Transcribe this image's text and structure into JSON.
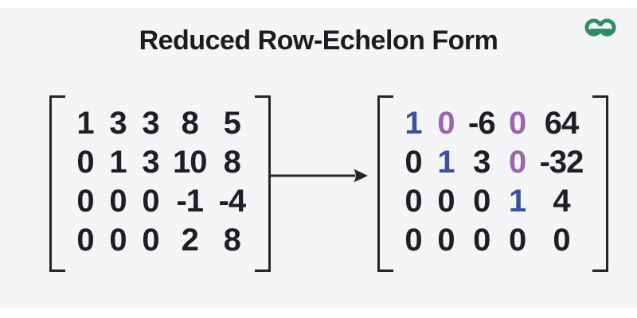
{
  "title": "Reduced Row-Echelon Form",
  "logo": {
    "name": "GeeksforGeeks",
    "color": "#2f8d62"
  },
  "colors": {
    "number_black": "#1f1f23",
    "pivot_blue": "#3c50a2",
    "pivot_column_zero_purple": "#9b64ae",
    "bracket": "#26262a",
    "panel_background": "#f4f5f7"
  },
  "arrow": {
    "direction": "right",
    "meaning": "transforms-to"
  },
  "matrices": [
    {
      "name": "original-matrix",
      "rows": [
        {
          "cells": [
            {
              "v": "1",
              "c": "black"
            },
            {
              "v": "3",
              "c": "black"
            },
            {
              "v": "3",
              "c": "black"
            },
            {
              "v": "8",
              "c": "black"
            },
            {
              "v": "5",
              "c": "black"
            }
          ]
        },
        {
          "cells": [
            {
              "v": "0",
              "c": "black"
            },
            {
              "v": "1",
              "c": "black"
            },
            {
              "v": "3",
              "c": "black"
            },
            {
              "v": "10",
              "c": "black"
            },
            {
              "v": "8",
              "c": "black"
            }
          ]
        },
        {
          "cells": [
            {
              "v": "0",
              "c": "black"
            },
            {
              "v": "0",
              "c": "black"
            },
            {
              "v": "0",
              "c": "black"
            },
            {
              "v": "-1",
              "c": "black"
            },
            {
              "v": "-4",
              "c": "black"
            }
          ]
        },
        {
          "cells": [
            {
              "v": "0",
              "c": "black"
            },
            {
              "v": "0",
              "c": "black"
            },
            {
              "v": "0",
              "c": "black"
            },
            {
              "v": "2",
              "c": "black"
            },
            {
              "v": "8",
              "c": "black"
            }
          ]
        }
      ]
    },
    {
      "name": "reduced-row-echelon-matrix",
      "rows": [
        {
          "cells": [
            {
              "v": "1",
              "c": "blue"
            },
            {
              "v": "0",
              "c": "purple"
            },
            {
              "v": "-6",
              "c": "black"
            },
            {
              "v": "0",
              "c": "purple"
            },
            {
              "v": "64",
              "c": "black"
            }
          ]
        },
        {
          "cells": [
            {
              "v": "0",
              "c": "black"
            },
            {
              "v": "1",
              "c": "blue"
            },
            {
              "v": "3",
              "c": "black"
            },
            {
              "v": "0",
              "c": "purple"
            },
            {
              "v": "-32",
              "c": "black"
            }
          ]
        },
        {
          "cells": [
            {
              "v": "0",
              "c": "black"
            },
            {
              "v": "0",
              "c": "black"
            },
            {
              "v": "0",
              "c": "black"
            },
            {
              "v": "1",
              "c": "blue"
            },
            {
              "v": "4",
              "c": "black"
            }
          ]
        },
        {
          "cells": [
            {
              "v": "0",
              "c": "black"
            },
            {
              "v": "0",
              "c": "black"
            },
            {
              "v": "0",
              "c": "black"
            },
            {
              "v": "0",
              "c": "black"
            },
            {
              "v": "0",
              "c": "black"
            }
          ]
        }
      ]
    }
  ]
}
